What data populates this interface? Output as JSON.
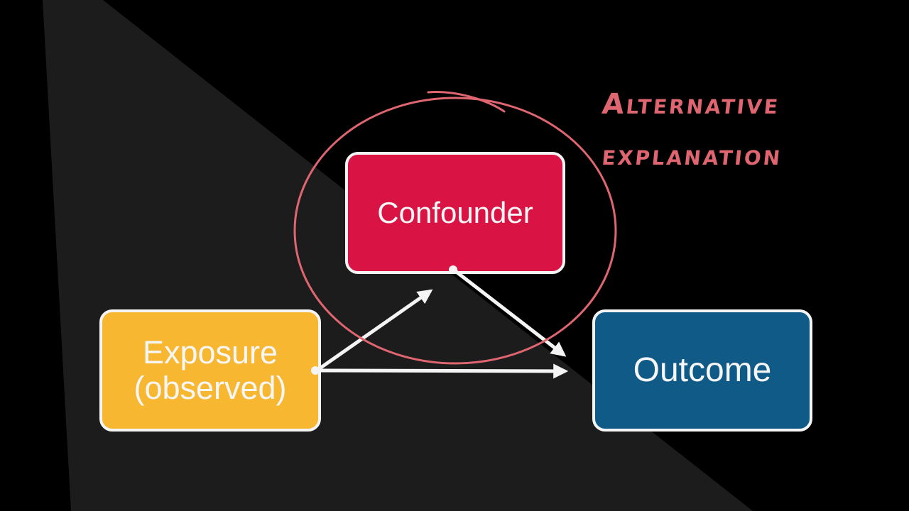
{
  "colors": {
    "background": "#000000",
    "light_wedge": "#1c1c1c",
    "exposure_fill": "#f7b731",
    "confounder_fill": "#d91444",
    "outcome_fill": "#0f5a87",
    "arrow": "#f4f4f4",
    "annotation": "#df6670"
  },
  "nodes": {
    "exposure": {
      "line1": "Exposure",
      "line2": "(observed)"
    },
    "confounder": {
      "label": "Confounder"
    },
    "outcome": {
      "label": "Outcome"
    }
  },
  "edges": [
    {
      "from": "exposure",
      "to": "confounder"
    },
    {
      "from": "confounder",
      "to": "outcome"
    },
    {
      "from": "exposure",
      "to": "outcome"
    }
  ],
  "annotation": {
    "line1": "Alternative",
    "line2": "explanation",
    "icon": "hand-drawn-circle-icon"
  }
}
